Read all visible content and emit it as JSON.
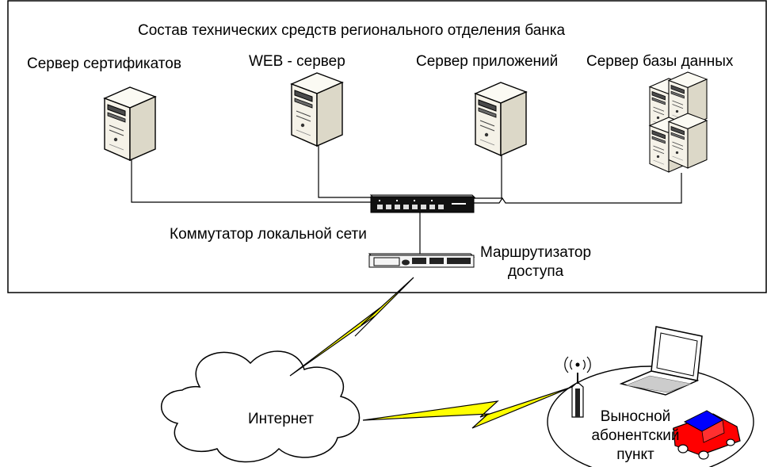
{
  "diagram": {
    "title": "Состав технических средств регионального отделения банка",
    "servers": {
      "certificates": "Сервер сертификатов",
      "web": "WEB - сервер",
      "applications": "Сервер приложений",
      "database": "Сервер базы данных"
    },
    "switch_label": "Коммутатор локальной сети",
    "router_label_line1": "Маршрутизатор",
    "router_label_line2": "доступа",
    "internet_label": "Интернет",
    "remote_line1": "Выносной",
    "remote_line2": "абонентский",
    "remote_line3": "пункт"
  },
  "colors": {
    "border": "#000000",
    "lightning_fill": "#ffff00",
    "server_body": "#f7f5ee",
    "car_body": "#ff0000",
    "car_cabin": "#0000ff"
  },
  "icons": [
    "server-icon",
    "switch-icon",
    "router-icon",
    "cloud-icon",
    "lightning-icon",
    "antenna-icon",
    "laptop-icon",
    "car-icon"
  ]
}
